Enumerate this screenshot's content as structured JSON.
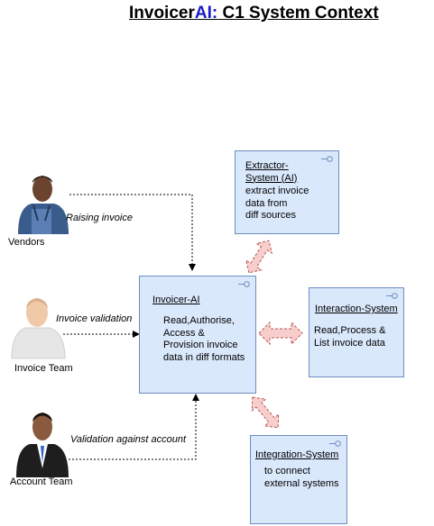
{
  "title": {
    "prefix": "Invoicer",
    "accent": "AI:",
    "suffix": " C1 System Context"
  },
  "colors": {
    "box_fill": "#dae8fc",
    "box_stroke": "#6c8ebf",
    "arrow_fill": "#f8cecc",
    "arrow_stroke": "#b85450",
    "accent": "#1a1ac8"
  },
  "actors": {
    "vendors": {
      "name": "Vendors",
      "edge_label": "Raising invoice"
    },
    "invoice_team": {
      "name": "Invoice Team",
      "edge_label": "Invoice validation"
    },
    "account_team": {
      "name": "Account Team",
      "edge_label": "Validation against account"
    }
  },
  "systems": {
    "invoicer": {
      "title": "Invoicer-AI",
      "description": "Read,Authorise,\nAccess &\nProvision invoice\ndata in diff formats"
    },
    "extractor": {
      "title": "Extractor-\nSystem (AI)",
      "description": "extract invoice\ndata from\ndiff sources"
    },
    "interaction": {
      "title": "Interaction-System",
      "description": "Read,Process &\nList invoice data"
    },
    "integration": {
      "title": "Integration-System",
      "description": "to connect\nexternal systems"
    }
  }
}
